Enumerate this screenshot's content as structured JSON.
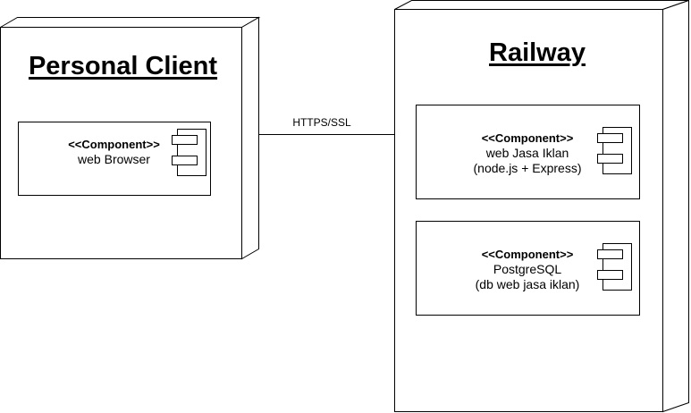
{
  "diagram": {
    "type": "uml-deployment",
    "nodes": [
      {
        "title": "Personal Client",
        "components": [
          {
            "stereotype": "<<Component>>",
            "name_lines": [
              "web Browser"
            ]
          }
        ]
      },
      {
        "title": "Railway",
        "components": [
          {
            "stereotype": "<<Component>>",
            "name_lines": [
              "web Jasa Iklan",
              "(node.js + Express)"
            ]
          },
          {
            "stereotype": "<<Component>>",
            "name_lines": [
              "PostgreSQL",
              "(db web jasa iklan)"
            ]
          }
        ]
      }
    ],
    "connections": [
      {
        "from": "Personal Client",
        "to": "Railway",
        "label": "HTTPS/SSL"
      }
    ]
  }
}
